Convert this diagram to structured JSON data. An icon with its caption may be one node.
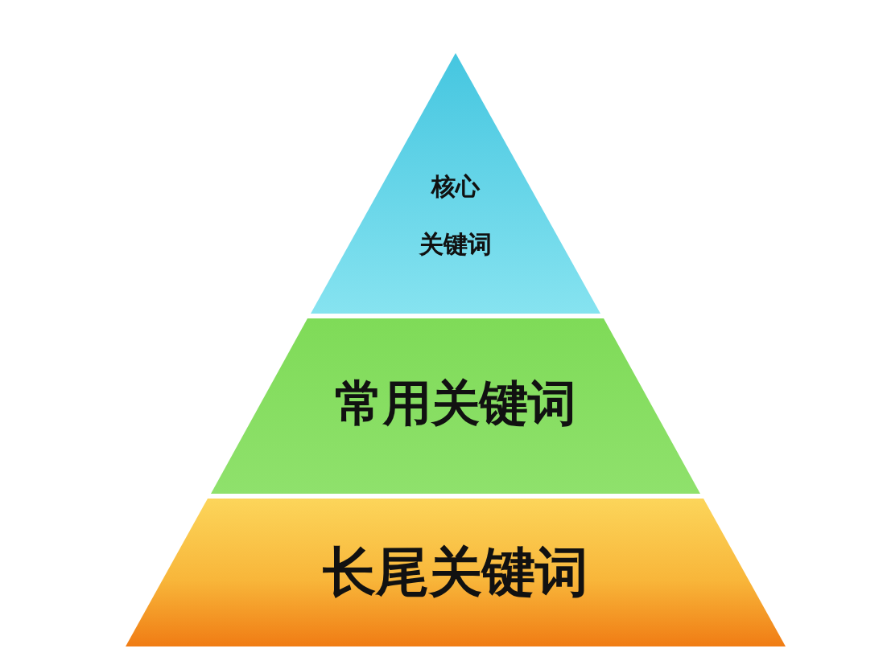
{
  "diagram": {
    "nodes": [
      {
        "text": [
          "核心",
          "关键词"
        ]
      },
      {
        "text": [
          "常用关键词"
        ]
      },
      {
        "text": [
          "长尾关键词"
        ]
      }
    ]
  }
}
